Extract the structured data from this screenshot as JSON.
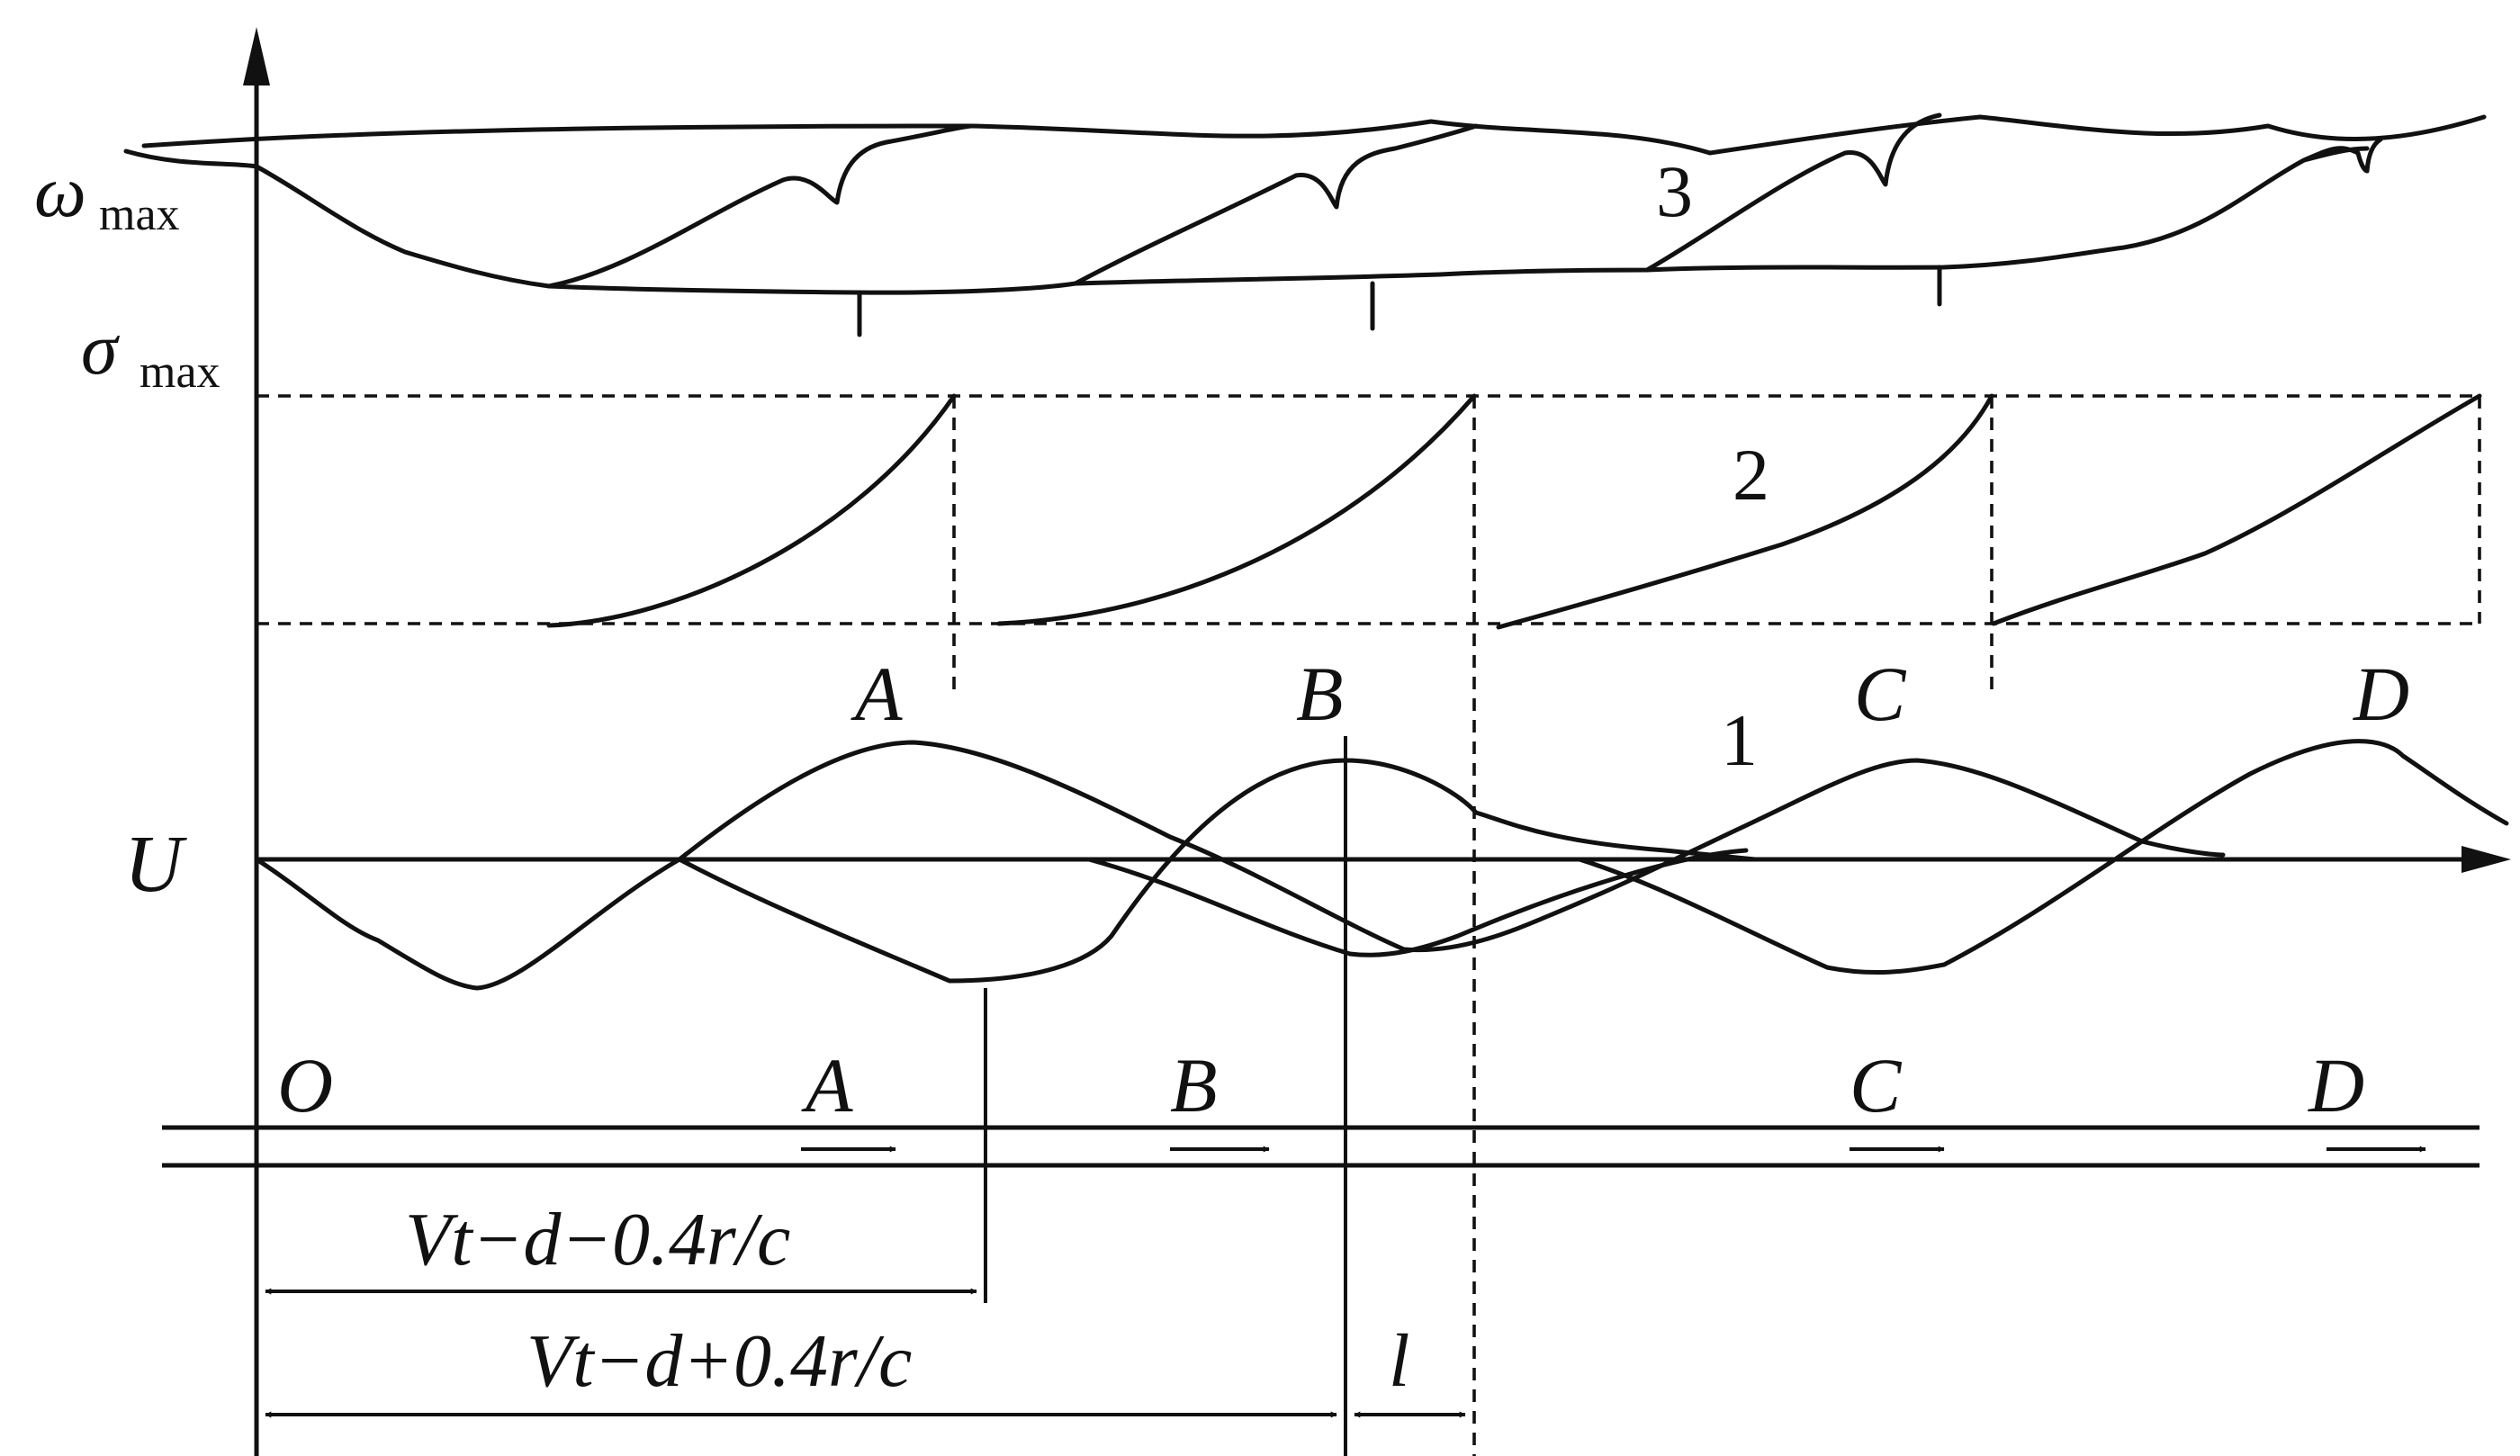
{
  "labels": {
    "omega_symbol": "ω",
    "omega_sub": "max",
    "sigma_symbol": "σ",
    "sigma_sub": "max",
    "u_axis": "U",
    "curve1": "1",
    "curve2": "2",
    "curve3": "3",
    "peak_a": "A",
    "peak_b": "B",
    "peak_c": "C",
    "peak_d": "D",
    "origin": "O",
    "track_a": "A",
    "track_b": "B",
    "track_c": "C",
    "track_d": "D",
    "dim1": "Vt−d−0.4r/c",
    "dim2": "Vt−d+0.4r/c",
    "dim_l": "l"
  }
}
